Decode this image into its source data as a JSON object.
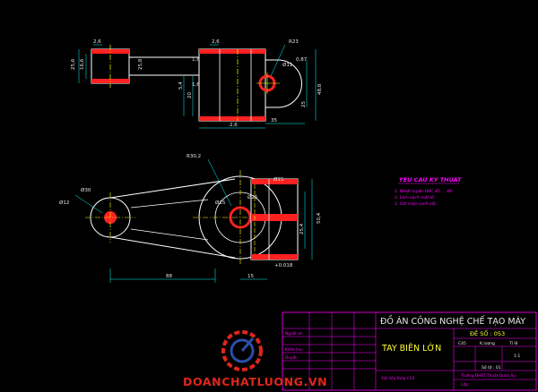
{
  "top_view": {
    "dims": {
      "d_left_top": "2,6",
      "d_right_top": "2,6",
      "d_r23": "R23",
      "d_left_h1": "25,6",
      "d_left_h2": "16,6",
      "d_left_h3": "25,8",
      "d_mid_1": "1,6",
      "d_mid_2": "1,6",
      "d_mid_3": "5,4",
      "d_mid_4": "20",
      "d_mid_5": "2,6",
      "d_mid_6": "35",
      "d_right_1": "25",
      "d_right_2": "48,8",
      "d_right_3": "0,87",
      "d_right_4": "Ø11"
    }
  },
  "front_view": {
    "dims": {
      "r30": "R30,2",
      "d30": "Ø30",
      "d12": "Ø12",
      "d25": "Ø25",
      "d15_1": "Ø15",
      "d15_2": "Ø15",
      "tol1": "+0.018",
      "d_h1": "50,4",
      "d_h2": "25,4",
      "d_bottom_1": "88",
      "d_bottom_2": "15"
    }
  },
  "requirements": {
    "title": "YEU CAU KY THUAT",
    "lines": [
      "1. Nhiệt luyện HRC 45 ... 48.",
      "2. Làm sạch mặt lỗ.",
      "3. Vát mép cạnh sắc."
    ]
  },
  "title_block": {
    "project": "ĐỒ ÁN CÔNG NGHỆ CHẾ TẠO MÁY",
    "part_name": "TAY BIÊN LỚN",
    "drawing_no": "ĐỀ SỐ : 053",
    "material": "C45",
    "scale_label": "Tỉ lệ",
    "scale_value": "1:1",
    "mass_label": "K.lượng",
    "sheet": "Số tờ : 01",
    "university": "Trường ĐHKT Thuật Quân Sự",
    "class": "Lớp:",
    "bottom_left": "Vật liệu thép C45",
    "rows": [
      "Người vẽ",
      "Kiểm tra",
      "Duyệt",
      "",
      ""
    ]
  },
  "watermark": {
    "text": "DOANCHATLUONG.VN"
  },
  "colors": {
    "background": "#000000",
    "geometry": "#ffffff",
    "centerline": "#ffff00",
    "hatch": "#ff2020",
    "dimension": "#00ffff",
    "titleblock": "#ff00ff",
    "brand": "#e0261b"
  }
}
